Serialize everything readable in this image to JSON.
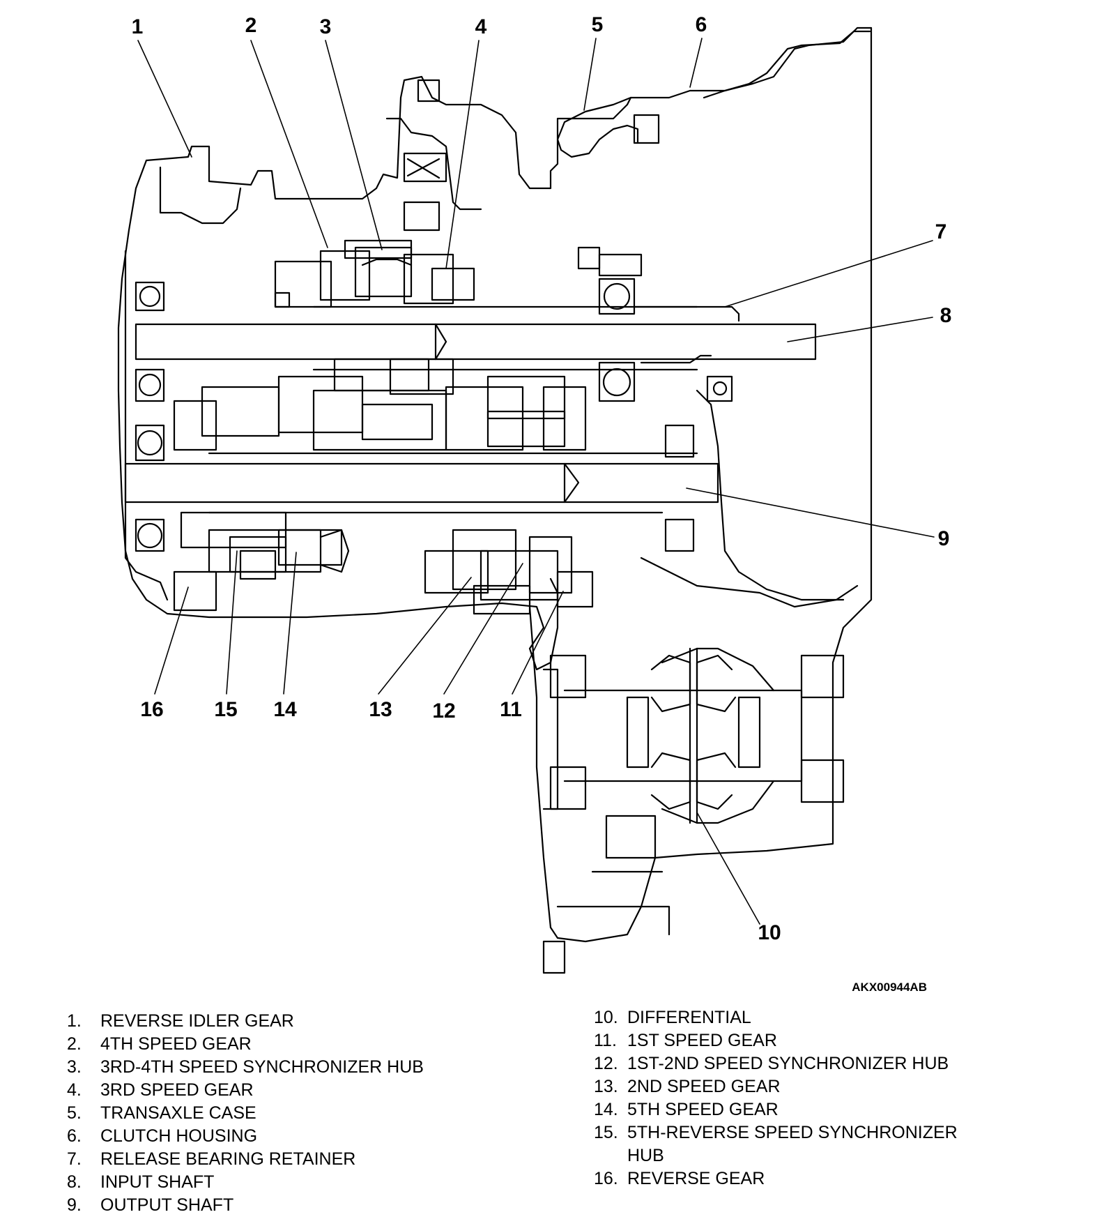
{
  "figure_id": "AKX00944AB",
  "callouts": [
    "1",
    "2",
    "3",
    "4",
    "5",
    "6",
    "7",
    "8",
    "9",
    "10",
    "11",
    "12",
    "13",
    "14",
    "15",
    "16"
  ],
  "legend_left": [
    {
      "num": "1.",
      "text": "REVERSE IDLER GEAR"
    },
    {
      "num": "2.",
      "text": "4TH SPEED GEAR"
    },
    {
      "num": "3.",
      "text": "3RD-4TH SPEED SYNCHRONIZER HUB"
    },
    {
      "num": "4.",
      "text": "3RD SPEED GEAR"
    },
    {
      "num": "5.",
      "text": "TRANSAXLE CASE"
    },
    {
      "num": "6.",
      "text": "CLUTCH HOUSING"
    },
    {
      "num": "7.",
      "text": "RELEASE BEARING RETAINER"
    },
    {
      "num": "8.",
      "text": "INPUT SHAFT"
    },
    {
      "num": "9.",
      "text": "OUTPUT SHAFT"
    }
  ],
  "legend_right": [
    {
      "num": "10.",
      "text": "DIFFERENTIAL"
    },
    {
      "num": "11.",
      "text": "1ST SPEED GEAR"
    },
    {
      "num": "12.",
      "text": "1ST-2ND SPEED SYNCHRONIZER HUB"
    },
    {
      "num": "13.",
      "text": "2ND SPEED GEAR"
    },
    {
      "num": "14.",
      "text": "5TH SPEED GEAR"
    },
    {
      "num": "15.",
      "text": "5TH-REVERSE SPEED SYNCHRONIZER",
      "cont": "HUB"
    },
    {
      "num": "16.",
      "text": "REVERSE GEAR"
    }
  ]
}
